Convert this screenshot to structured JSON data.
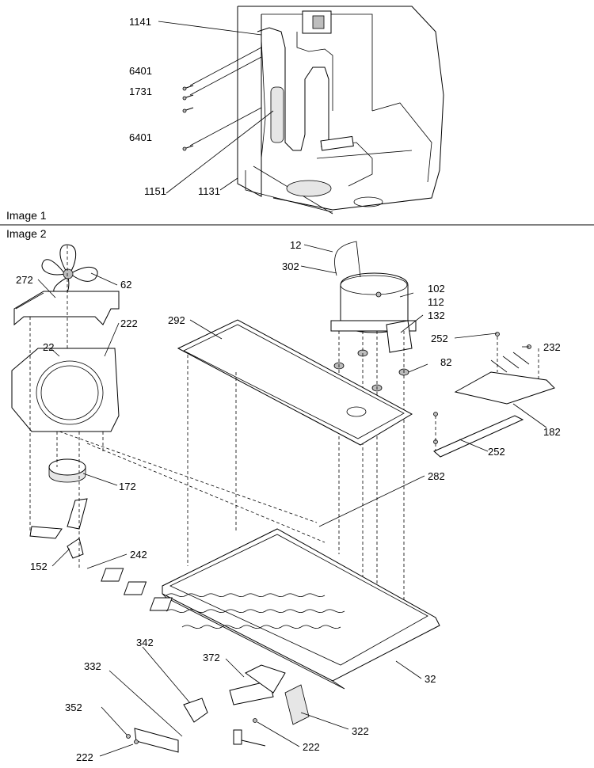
{
  "captions": {
    "image1": "Image 1",
    "image2": "Image 2"
  },
  "image1_labels": {
    "l1141": "1141",
    "l6401a": "6401",
    "l1731": "1731",
    "l6401b": "6401",
    "l1151": "1151",
    "l1131": "1131"
  },
  "image2_labels": {
    "l12": "12",
    "l302": "302",
    "l102": "102",
    "l112": "112",
    "l132": "132",
    "l272": "272",
    "l62": "62",
    "l222a": "222",
    "l22": "22",
    "l292": "292",
    "l252a": "252",
    "l232": "232",
    "l82": "82",
    "l182": "182",
    "l252b": "252",
    "l172": "172",
    "l282": "282",
    "l152": "152",
    "l242": "242",
    "l32": "32",
    "l342": "342",
    "l372": "372",
    "l332": "332",
    "l352": "352",
    "l322": "322",
    "l222b": "222",
    "l222c": "222"
  }
}
